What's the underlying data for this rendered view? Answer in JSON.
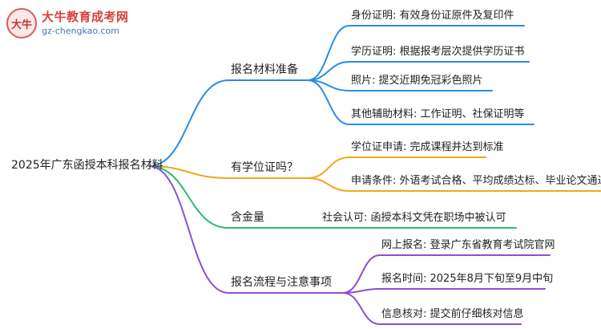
{
  "logo": {
    "mark_text": "大牛",
    "title": "大牛教育成考网",
    "url": "gz-chengkao.com"
  },
  "root": {
    "label": "2025年广东函授本科报名材料"
  },
  "branches": [
    {
      "label": "报名材料准备",
      "color": "#2b8be6",
      "leaves": [
        "身份证明: 有效身份证原件及复印件",
        "学历证明: 根据报考层次提供学历证书",
        "照片: 提交近期免冠彩色照片",
        "其他辅助材料: 工作证明、社保证明等"
      ]
    },
    {
      "label": "有学位证吗？",
      "color": "#f0a81c",
      "leaves": [
        "学位证申请: 完成课程并达到标准",
        "申请条件: 外语考试合格、平均成绩达标、毕业论文通过"
      ]
    },
    {
      "label": "含金量",
      "color": "#2cbc70",
      "leaves": [
        "社会认可: 函授本科文凭在职场中被认可"
      ]
    },
    {
      "label": "报名流程与注意事项",
      "color": "#8b4fd6",
      "leaves": [
        "网上报名: 登录广东省教育考试院官网",
        "报名时间: 2025年8月下旬至9月中旬",
        "信息核对: 提交前仔细核对信息"
      ]
    }
  ]
}
